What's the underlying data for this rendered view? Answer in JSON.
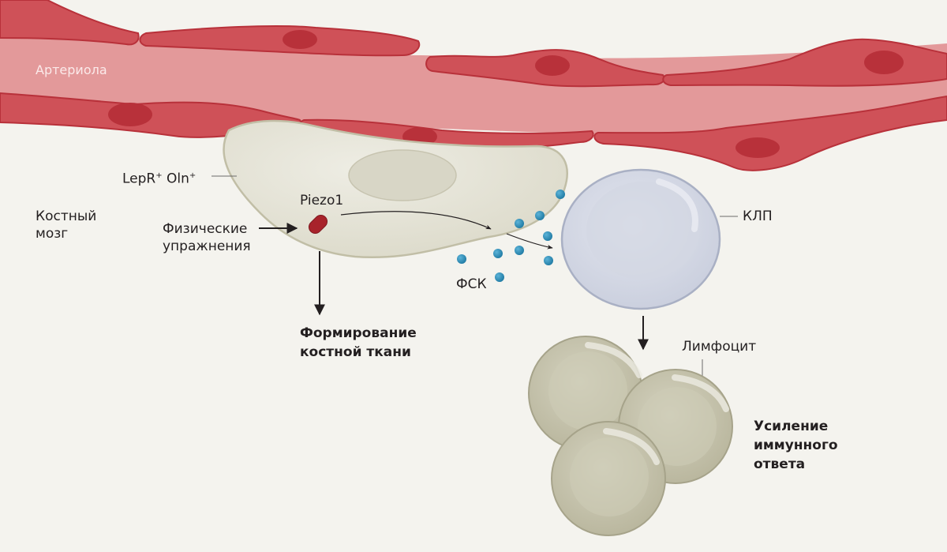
{
  "title": "Piezo1 in LepR+ Oln+ cells: exercise, bone formation and immune response",
  "labels": {
    "arteriole": "Артериола",
    "bone_marrow": [
      "Костный",
      "мозг"
    ],
    "cell_name": "LepR",
    "cell_sup1": "+",
    "cell_name2": " Oln",
    "cell_sup2": "+",
    "piezo": "Piezo1",
    "exercise": [
      "Физические",
      "упражнения"
    ],
    "bone_formation": [
      "Формирование",
      "костной ткани"
    ],
    "scf": "ФСК",
    "clp": "КЛП",
    "lymphocyte": "Лимфоцит",
    "immune": [
      "Усиление",
      "иммунного",
      "ответа"
    ]
  },
  "colors": {
    "background": "#f4f3ee",
    "vessel_lumen": "#e3999a",
    "vessel_cell": "#cf5158",
    "vessel_nucleus": "#b8313a",
    "stromal_cell": "#e6e4d8",
    "piezo": "#a8232b",
    "scf_dot": "#2a8ab5",
    "clp_cell": "#d8dce6",
    "lymphocyte": "#c9c7b2"
  }
}
